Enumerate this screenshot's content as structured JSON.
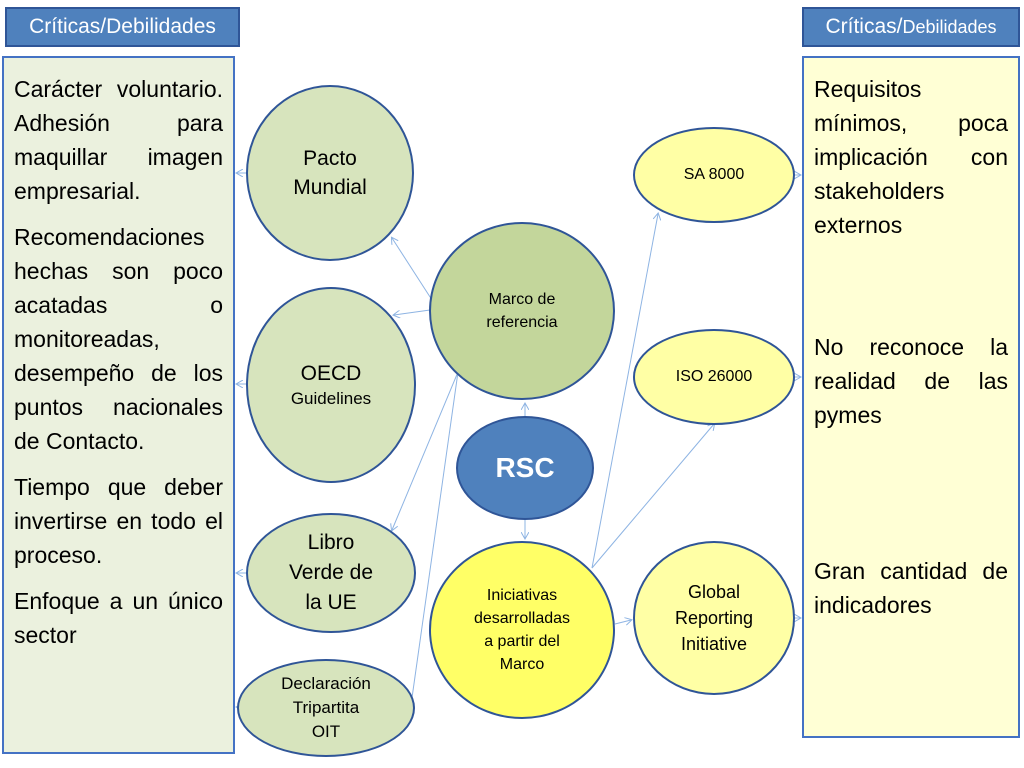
{
  "headers": {
    "left": "Críticas/Debilidades",
    "right_a": "Críticas/",
    "right_b": "Debilidades"
  },
  "left_panel": {
    "paragraphs": [
      "Carácter voluntario. Adhesión para maquillar imagen empresarial.",
      "Recomendaciones hechas son poco acatadas o monitoreadas, desempeño de los puntos nacionales de Contacto.",
      "Tiempo que deber invertirse en todo el proceso.",
      "Enfoque a un único sector"
    ]
  },
  "right_panel": {
    "paragraphs": [
      "Requisitos mínimos, poca implicación con stakeholders externos",
      "No reconoce la realidad de las pymes",
      "Gran cantidad de indicadores"
    ]
  },
  "nodes": {
    "pacto": [
      "Pacto",
      "Mundial"
    ],
    "oecd": {
      "title": "OECD",
      "sub": "Guidelines"
    },
    "libro": [
      "Libro",
      "Verde de",
      "la UE"
    ],
    "declaracion": [
      "Declaración",
      "Tripartita",
      "OIT"
    ],
    "marco": [
      "Marco de",
      "referencia"
    ],
    "rsc": "RSC",
    "iniciativas": [
      "Iniciativas",
      "desarrolladas",
      "a partir del",
      "Marco"
    ],
    "sa8000": "SA 8000",
    "iso26000": "ISO 26000",
    "gri": [
      "Global",
      "Reporting",
      "Initiative"
    ]
  },
  "colors": {
    "header_blue": "#4f81bd",
    "border_blue": "#2f5597",
    "left_panel_bg": "#ebf1de",
    "right_panel_bg": "#ffffd5",
    "node_green": "#d7e4bd",
    "node_yellow": "#ffff66",
    "connector": "#8eb4e3"
  }
}
